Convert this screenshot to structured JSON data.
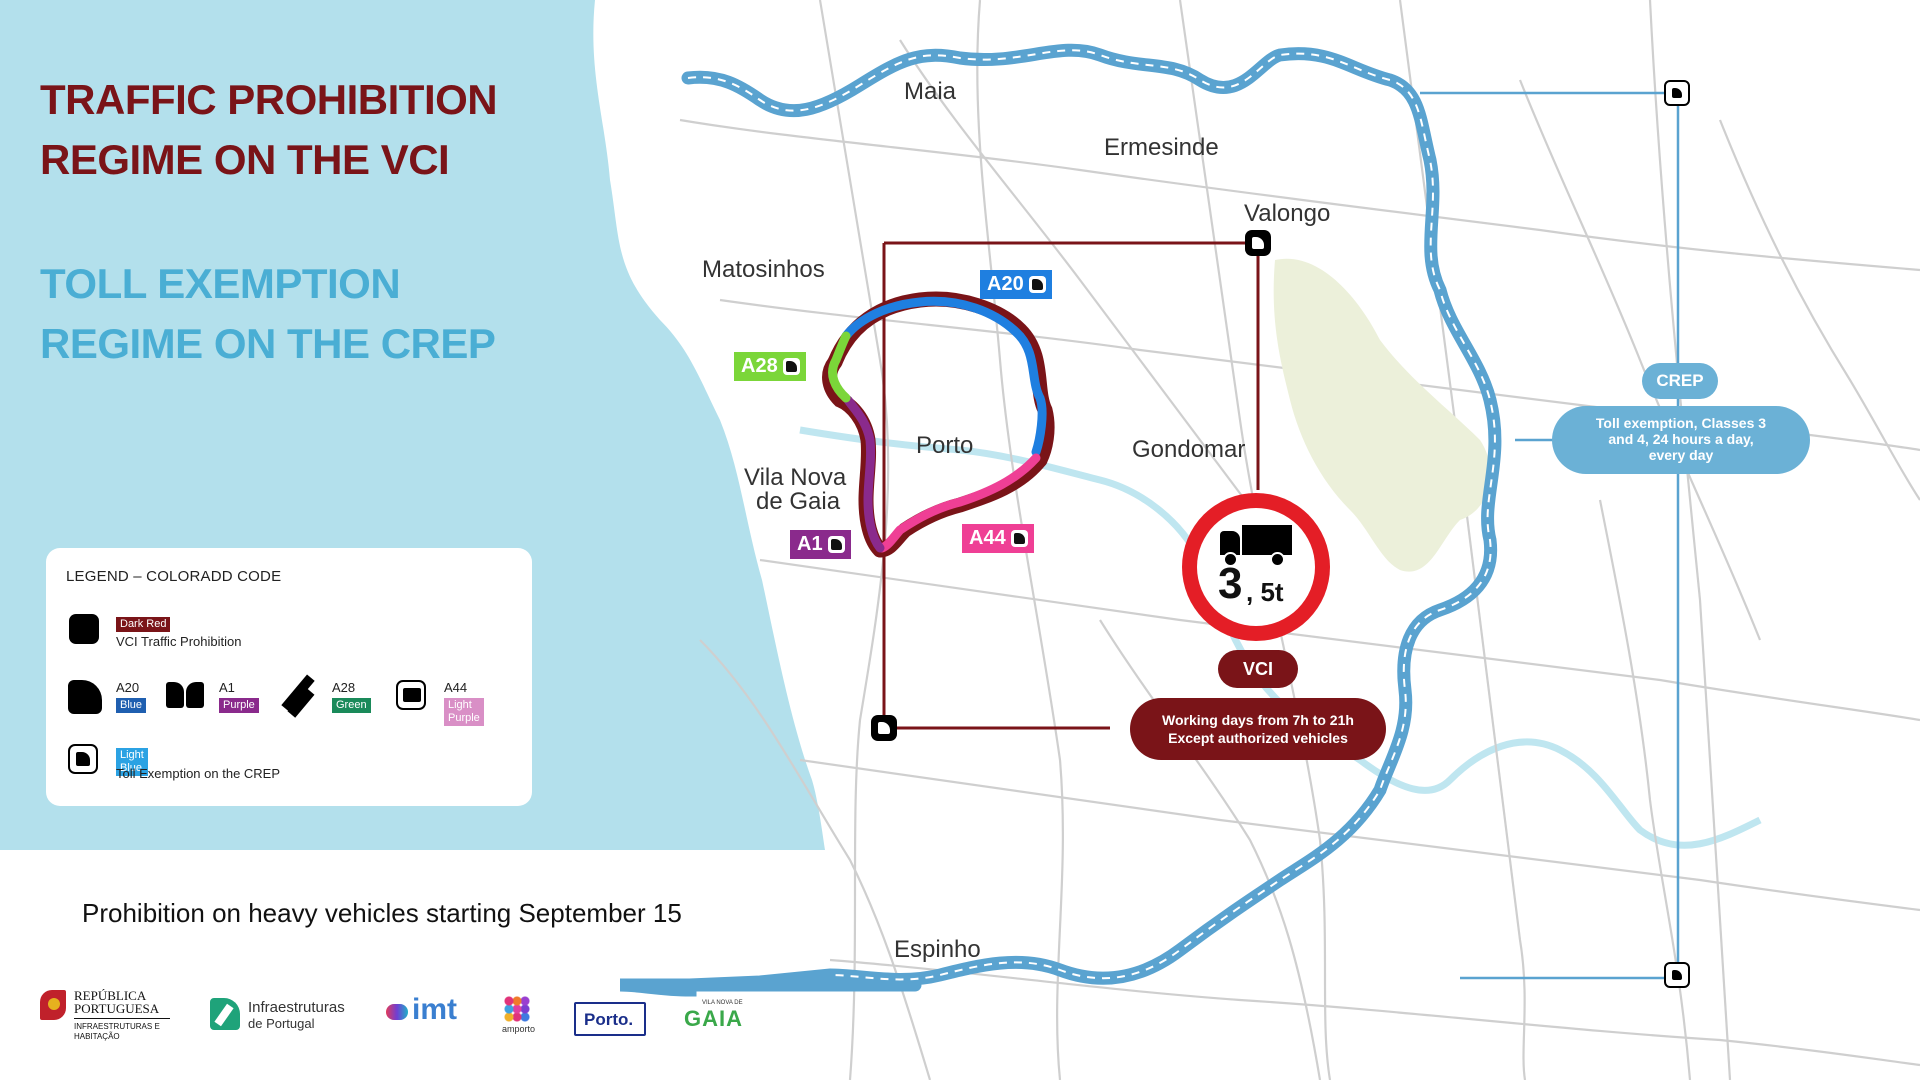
{
  "title": {
    "line1": "TRAFFIC PROHIBITION",
    "line2": "REGIME ON THE VCI",
    "line3": "TOLL EXEMPTION",
    "line4": "REGIME ON THE CREP"
  },
  "subtitle": "Prohibition on heavy vehicles starting September 15",
  "legend": {
    "title": "LEGEND – COLORADD CODE",
    "vci": {
      "tag": "Dark Red",
      "label": "VCI Traffic Prohibition"
    },
    "a20": {
      "code": "A20",
      "color_name": "Blue"
    },
    "a1": {
      "code": "A1",
      "color_name": "Purple"
    },
    "a28": {
      "code": "A28",
      "color_name": "Green"
    },
    "a44": {
      "code": "A44",
      "color_name": "Light Purple"
    },
    "crep": {
      "tag": "Light Blue",
      "label": "Toll Exemption on the CREP"
    }
  },
  "places": {
    "maia": "Maia",
    "ermesinde": "Ermesinde",
    "valongo": "Valongo",
    "matosinhos": "Matosinhos",
    "porto": "Porto",
    "gondomar": "Gondomar",
    "gaia1": "Vila Nova",
    "gaia2": "de Gaia",
    "espinho": "Espinho"
  },
  "highways": {
    "a20": "A20",
    "a28": "A28",
    "a1": "A1",
    "a44": "A44"
  },
  "sign": {
    "value": "3",
    "unit": ", 5t"
  },
  "vci": {
    "label": "VCI",
    "schedule1": "Working days from 7h to 21h",
    "schedule2": "Except authorized vehicles"
  },
  "crep": {
    "label": "CREP",
    "desc1": "Toll exemption, Classes 3",
    "desc2": "and 4, 24 hours a day,",
    "desc3": "every day"
  },
  "logos": {
    "rp1": "REPÚBLICA",
    "rp2": "PORTUGUESA",
    "rp3": "INFRAESTRUTURAS E",
    "rp4": "HABITAÇÃO",
    "ip1": "Infraestruturas",
    "ip2": "de Portugal",
    "imt": "imt",
    "amp": "amporto",
    "porto": "Porto.",
    "gaia": "GAIA",
    "gaia_small": "VILA NOVA DE"
  },
  "colors": {
    "dark_red": "#7a1418",
    "blue": "#1f7fe0",
    "purple": "#8a2a8c",
    "green": "#7bd639",
    "light_purple": "#ef3f95",
    "light_blue": "#5aa3d0",
    "sea": "#b3e0ec"
  }
}
